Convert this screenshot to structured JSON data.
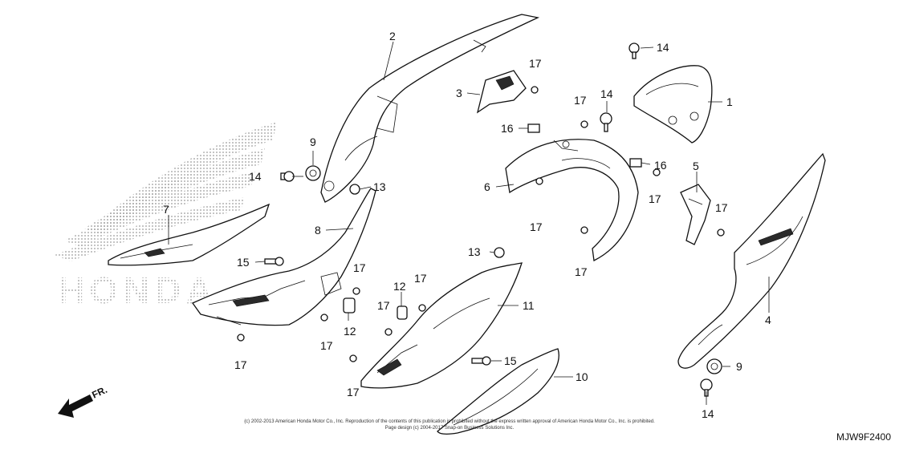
{
  "diagram_code": "MJW9F2400",
  "direction_label": "FR.",
  "watermark_text": "HONDA",
  "copyright_line1": "(c) 2002-2013 American Honda Motor Co., Inc. Reproduction of the contents of this publication is prohibited without the express written approval of American Honda Motor Co., Inc. is prohibited.",
  "copyright_line2": "Page design (c) 2004-2017 Snap-on Business Solutions Inc.",
  "callouts": [
    {
      "id": "c1",
      "label": "1"
    },
    {
      "id": "c2",
      "label": "2"
    },
    {
      "id": "c3",
      "label": "3"
    },
    {
      "id": "c4",
      "label": "4"
    },
    {
      "id": "c5",
      "label": "5"
    },
    {
      "id": "c6",
      "label": "6"
    },
    {
      "id": "c7",
      "label": "7"
    },
    {
      "id": "c8",
      "label": "8"
    },
    {
      "id": "c9a",
      "label": "9"
    },
    {
      "id": "c9b",
      "label": "9"
    },
    {
      "id": "c10",
      "label": "10"
    },
    {
      "id": "c11",
      "label": "11"
    },
    {
      "id": "c12a",
      "label": "12"
    },
    {
      "id": "c12b",
      "label": "12"
    },
    {
      "id": "c13a",
      "label": "13"
    },
    {
      "id": "c13b",
      "label": "13"
    },
    {
      "id": "c14a",
      "label": "14"
    },
    {
      "id": "c14b",
      "label": "14"
    },
    {
      "id": "c14c",
      "label": "14"
    },
    {
      "id": "c14d",
      "label": "14"
    },
    {
      "id": "c15a",
      "label": "15"
    },
    {
      "id": "c15b",
      "label": "15"
    },
    {
      "id": "c16a",
      "label": "16"
    },
    {
      "id": "c16b",
      "label": "16"
    },
    {
      "id": "c17a",
      "label": "17"
    },
    {
      "id": "c17b",
      "label": "17"
    },
    {
      "id": "c17c",
      "label": "17"
    },
    {
      "id": "c17d",
      "label": "17"
    },
    {
      "id": "c17e",
      "label": "17"
    },
    {
      "id": "c17f",
      "label": "17"
    },
    {
      "id": "c17g",
      "label": "17"
    },
    {
      "id": "c17h",
      "label": "17"
    },
    {
      "id": "c17i",
      "label": "17"
    },
    {
      "id": "c17j",
      "label": "17"
    },
    {
      "id": "c17k",
      "label": "17"
    },
    {
      "id": "c17l",
      "label": "17"
    }
  ]
}
